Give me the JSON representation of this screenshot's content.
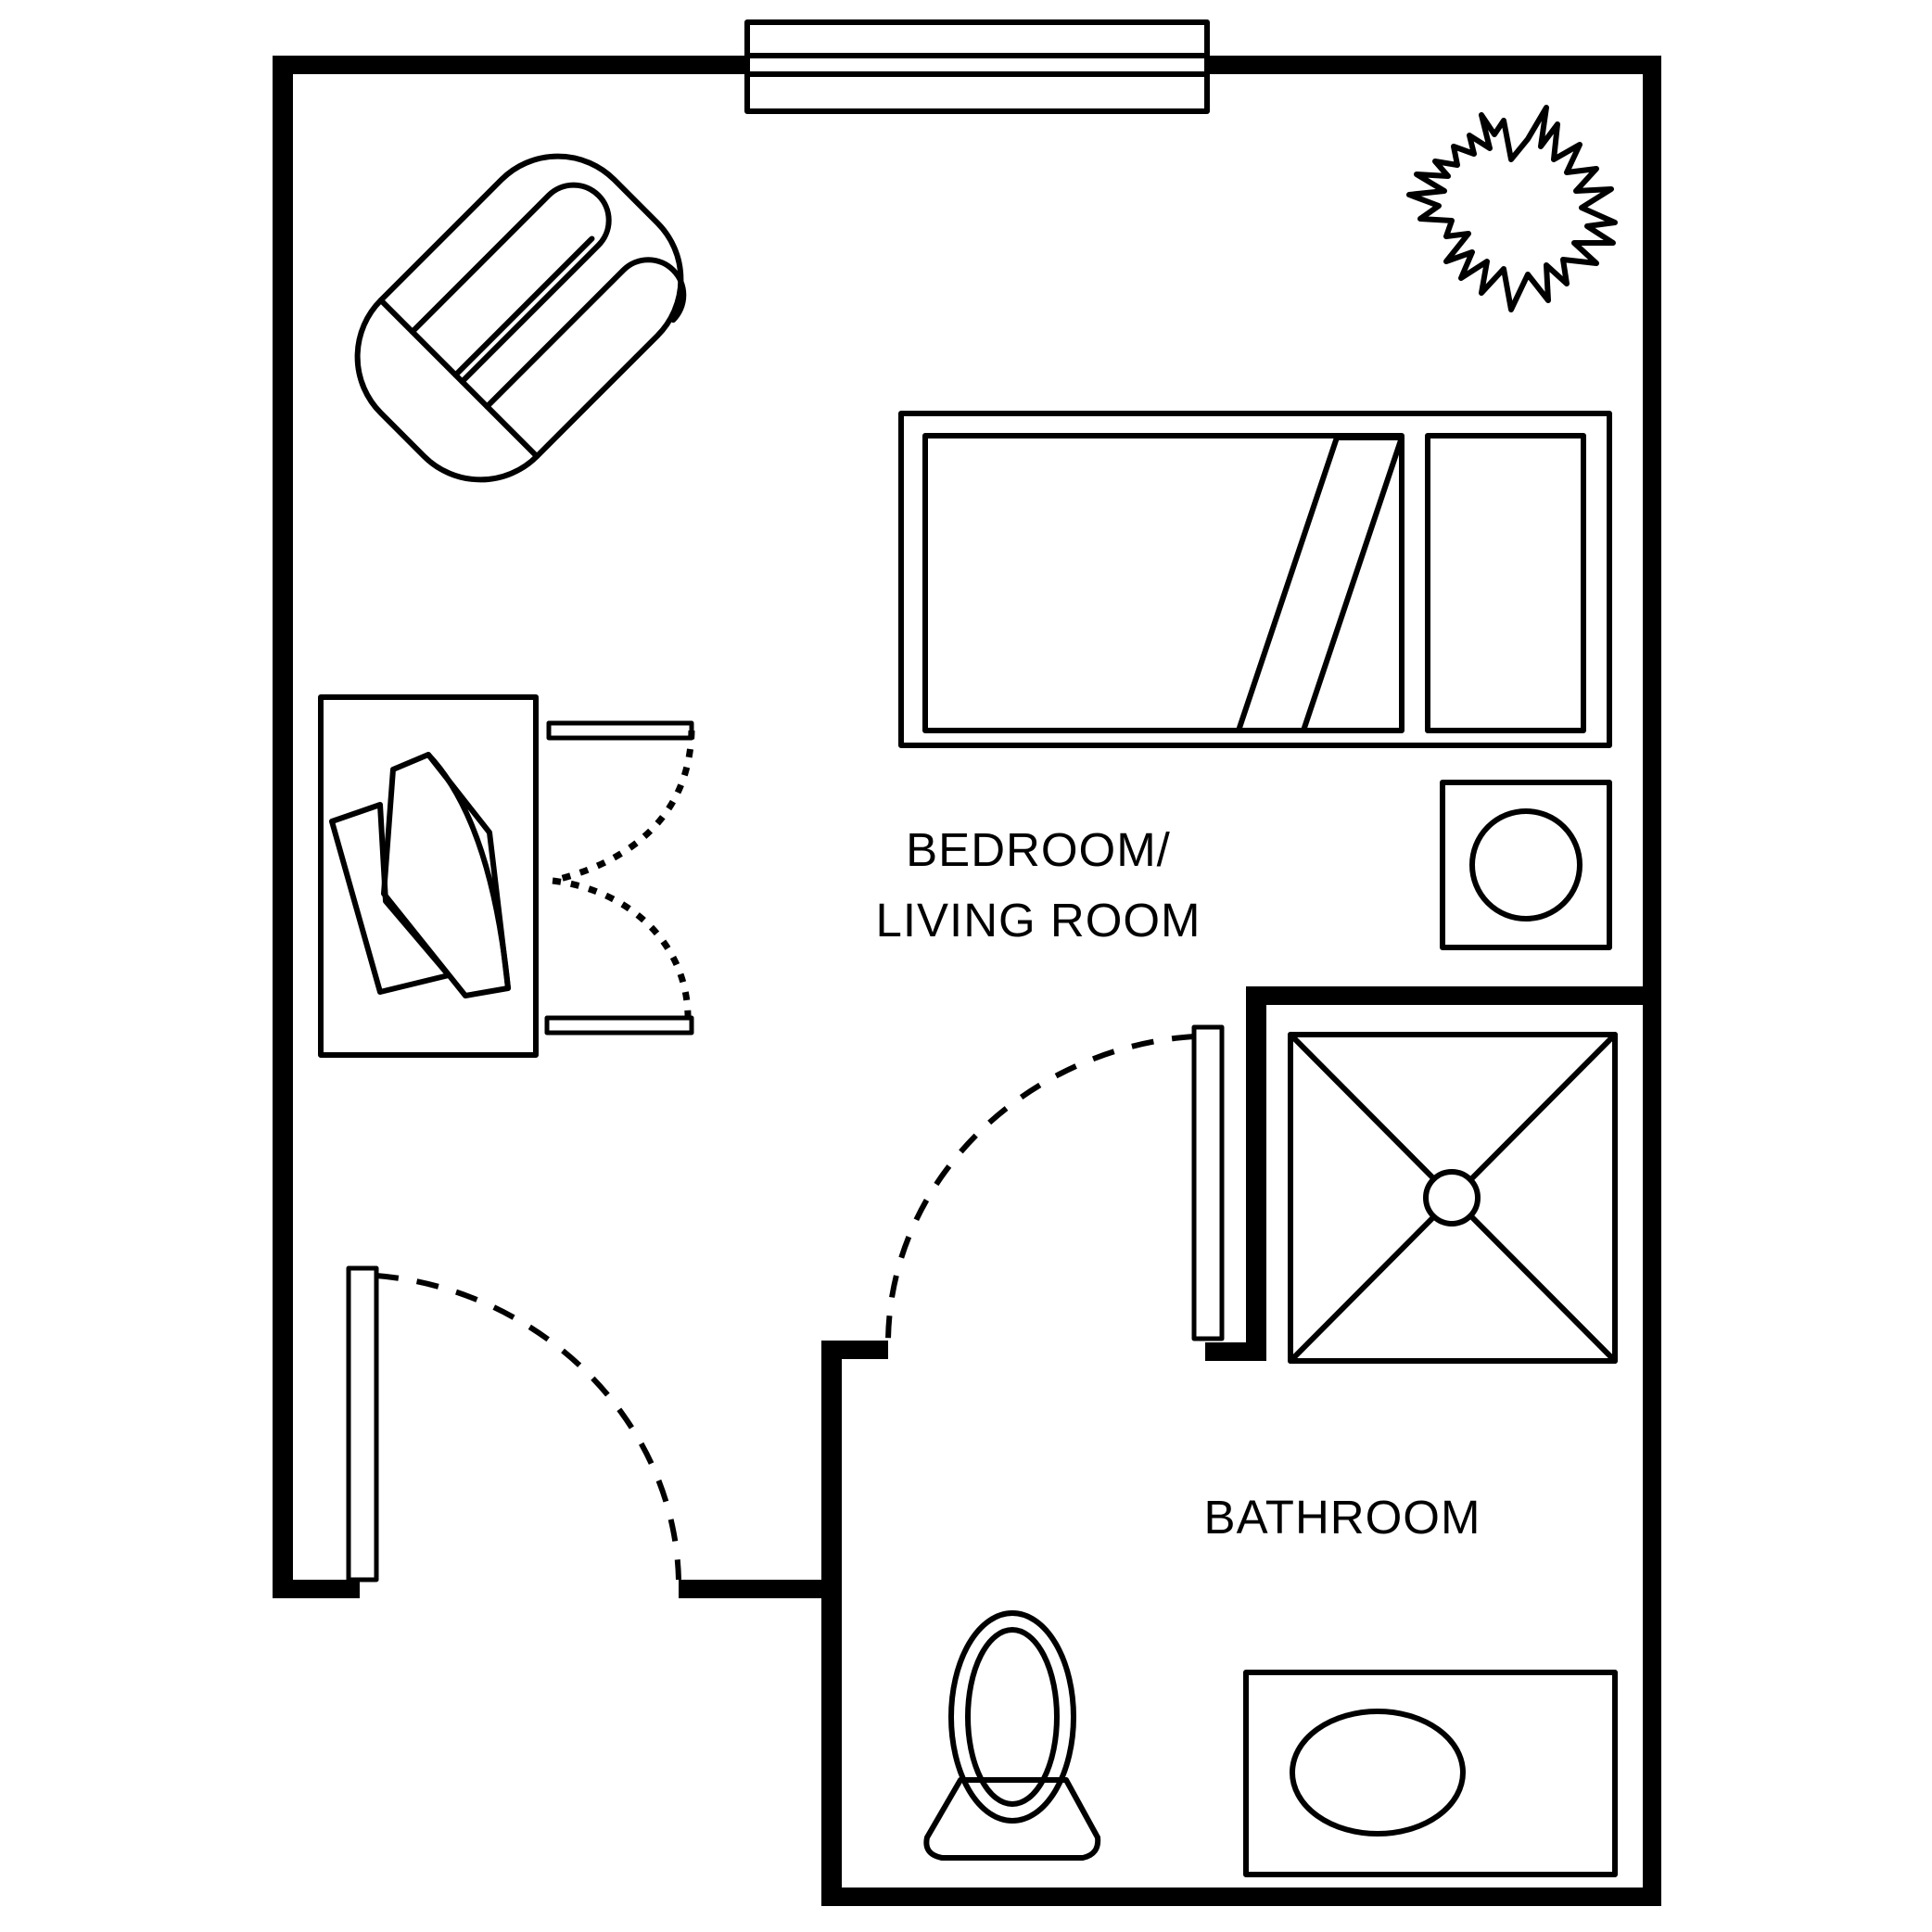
{
  "rooms": {
    "bedroom_line1": "BEDROOM/",
    "bedroom_line2": "LIVING ROOM",
    "bathroom": "BATHROOM"
  },
  "colors": {
    "ink": "#000000",
    "background": "#ffffff"
  }
}
